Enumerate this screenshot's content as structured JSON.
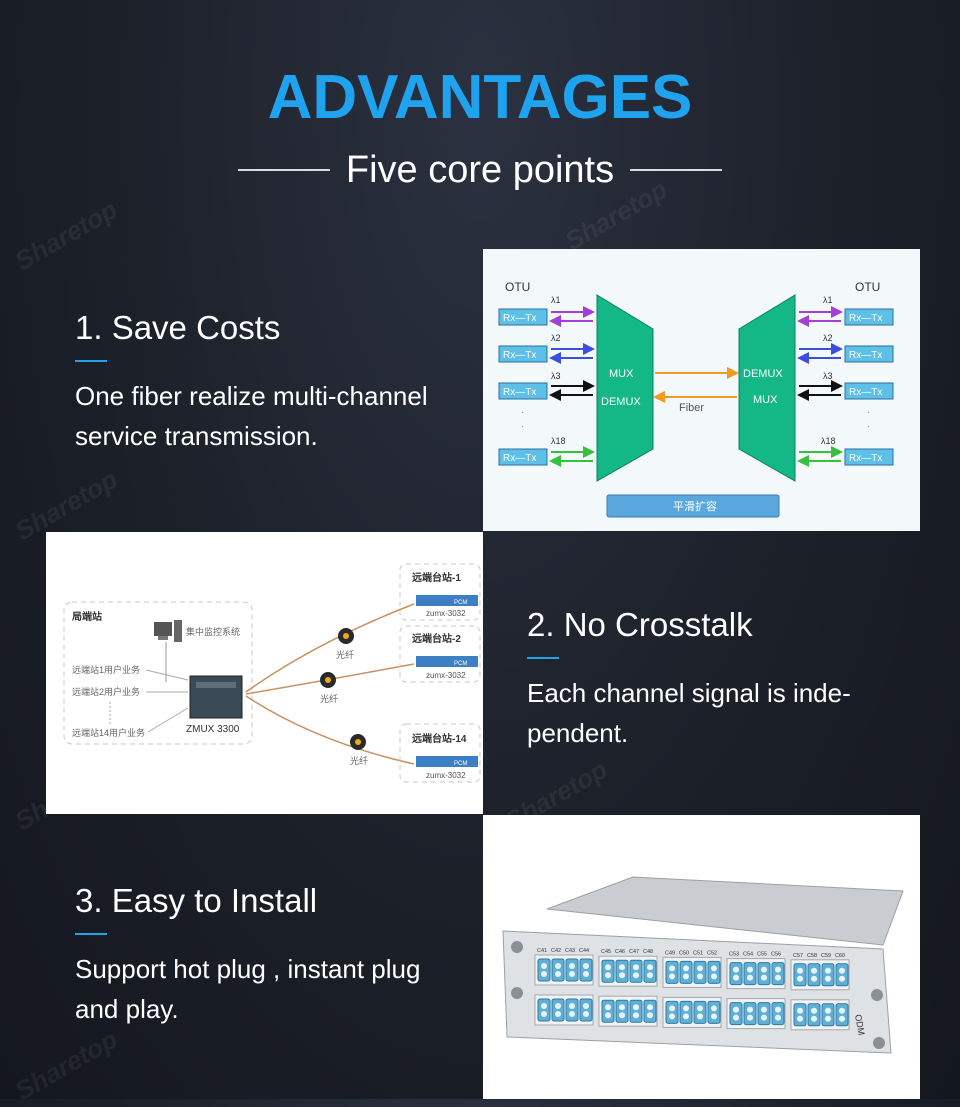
{
  "header": {
    "title": "ADVANTAGES",
    "subtitle": "Five core points"
  },
  "points": [
    {
      "title": "1. Save Costs",
      "desc_line1": "One fiber realize multi-channel",
      "desc_line2": "service transmission."
    },
    {
      "title": "2. No Crosstalk",
      "desc_line1": "Each channel signal is inde-",
      "desc_line2": "pendent."
    },
    {
      "title": "3. Easy to Install",
      "desc_line1": "Support hot plug , instant plug",
      "desc_line2": "and play."
    }
  ],
  "wdm_diagram": {
    "otu_label": "OTU",
    "rx_tx": "Rx—Tx",
    "lambda_1": "λ1",
    "lambda_2": "λ2",
    "lambda_3": "λ3",
    "lambda_18": "λ18",
    "mux_left_top": "MUX",
    "mux_left_bottom": "DEMUX",
    "mux_right_top": "DEMUX",
    "mux_right_bottom": "MUX",
    "fiber": "Fiber",
    "bottom_button": "平滑扩容"
  },
  "network_diagram": {
    "local_station": "局端站",
    "monitor_system": "集中监控系统",
    "user_service_1": "远端站1用户业务",
    "user_service_2": "远端站2用户业务",
    "user_service_14": "远端站14用户业务",
    "central_unit": "ZMUX 3300",
    "fiber": "光纤",
    "remote_1": "远端台站-1",
    "remote_2": "远端台站-2",
    "remote_14": "远端台站-14",
    "device_model": "zumx-3032",
    "pcm": "PCM"
  },
  "odm_panel": {
    "top_labels": [
      "C41",
      "C42",
      "C43",
      "C44",
      "C45",
      "C46",
      "C47",
      "C48",
      "C49",
      "C50",
      "C51",
      "C52",
      "C53",
      "C54",
      "C55",
      "C56",
      "C57",
      "C58",
      "C59",
      "C60"
    ],
    "side_label": "ODM"
  },
  "watermark": "Sharetop"
}
